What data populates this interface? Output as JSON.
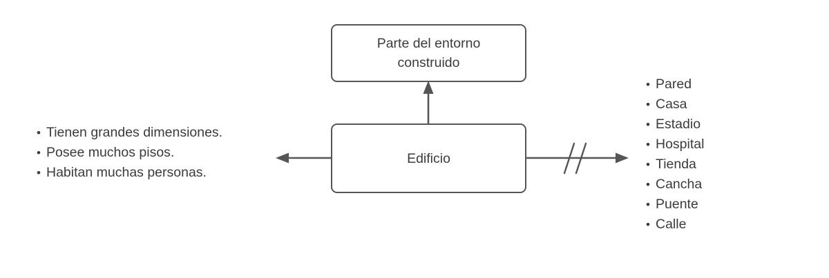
{
  "diagram": {
    "title_text": "",
    "background_color": "#ffffff",
    "stroke_color": "#555555",
    "text_color": "#3b3b3b",
    "nodes": [
      {
        "id": "entorno",
        "label": "Parte del entorno\nconstruido",
        "shape": "rounded-rectangle"
      },
      {
        "id": "edificio",
        "label": "Edificio",
        "shape": "rounded-rectangle"
      }
    ],
    "connectors": [
      {
        "id": "edificio-to-entorno",
        "direction": "up",
        "arrowhead": "filled-triangle",
        "marker": "none"
      },
      {
        "id": "edificio-to-caracteristicas",
        "direction": "left",
        "arrowhead": "filled-triangle",
        "marker": "none"
      },
      {
        "id": "edificio-to-ejemplos",
        "direction": "right",
        "arrowhead": "filled-triangle",
        "marker": "double-slash"
      }
    ],
    "left_list": {
      "name": "caracteristicas",
      "items": [
        "Tienen grandes dimensiones.",
        "Posee muchos pisos.",
        "Habitan muchas personas."
      ]
    },
    "right_list": {
      "name": "ejemplos",
      "items": [
        "Pared",
        "Casa",
        "Estadio",
        "Hospital",
        "Tienda",
        "Cancha",
        "Puente",
        "Calle"
      ]
    }
  }
}
